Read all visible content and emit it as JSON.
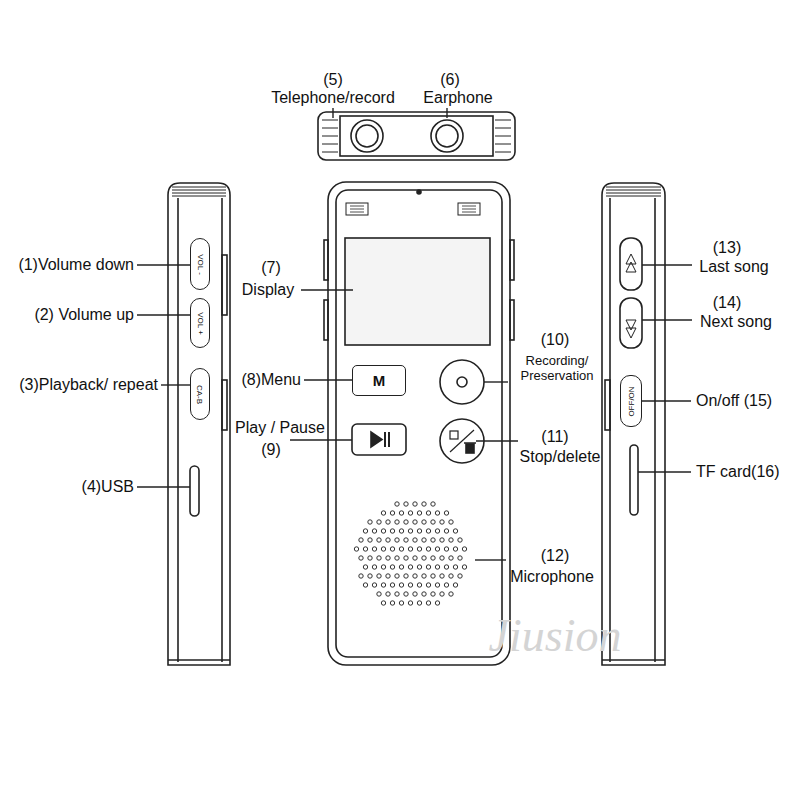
{
  "diagram": {
    "nodes": [
      {
        "text": [
          "M"
        ]
      },
      {
        "text": [
          "VOL -"
        ]
      },
      {
        "text": [
          "VOL +"
        ]
      },
      {
        "text": [
          "CA-B"
        ]
      },
      {
        "text": [
          "OFF/ON"
        ]
      }
    ],
    "labels": [
      "(5)",
      "Telephone/record",
      "(6)",
      "Earphone",
      "(1)Volume down",
      "(2) Volume up",
      "(3)Playback/ repeat",
      "(4)USB",
      "(7)",
      "Display",
      "(8)Menu",
      "Play / Pause",
      "(9)",
      "(10)",
      "Recording/ Preservation",
      "(11)",
      "Stop/delete",
      "(12)",
      "Microphone",
      "(13)",
      "Last song",
      "(14)",
      "Next song",
      "On/off (15)",
      "TF card(16)",
      "Jiusion"
    ]
  }
}
